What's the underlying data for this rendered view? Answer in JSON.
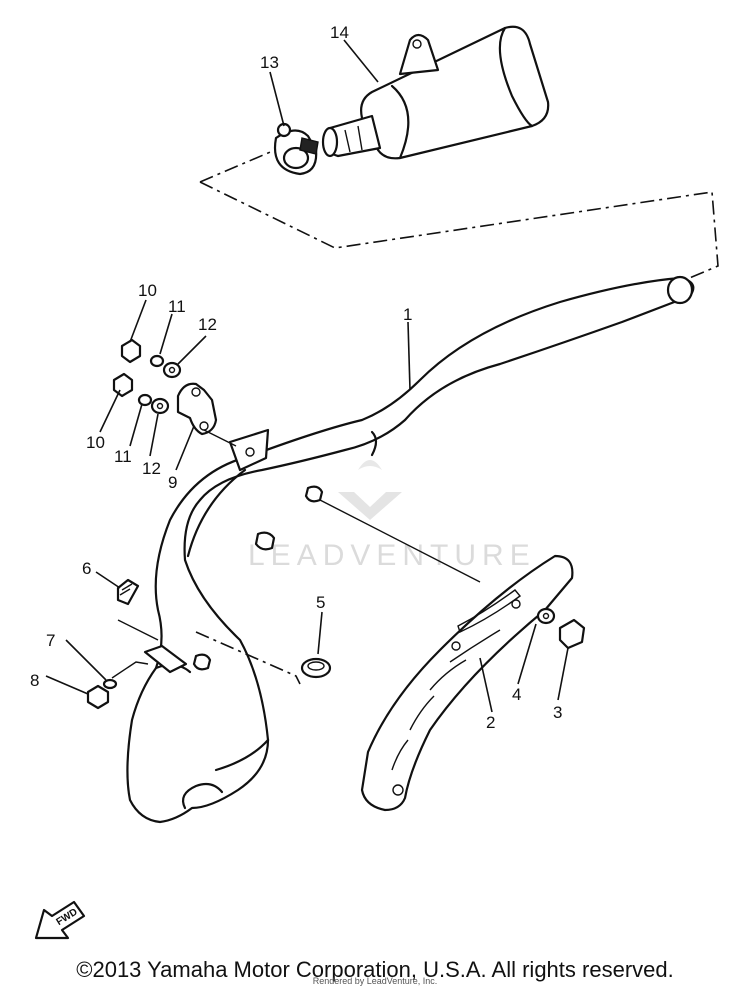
{
  "labels": {
    "p1": "1",
    "p2": "2",
    "p3": "3",
    "p4": "4",
    "p5": "5",
    "p6": "6",
    "p7": "7",
    "p8": "8",
    "p9": "9",
    "p10a": "10",
    "p11a": "11",
    "p12a": "12",
    "p10b": "10",
    "p11b": "11",
    "p12b": "12",
    "p13": "13",
    "p14": "14"
  },
  "watermark": "LEADVENTURE",
  "fwd_label": "FWD",
  "copyright": "©2013 Yamaha Motor Corporation, U.S.A. All rights reserved.",
  "rendered_by": "Rendered by LeadVenture, Inc."
}
